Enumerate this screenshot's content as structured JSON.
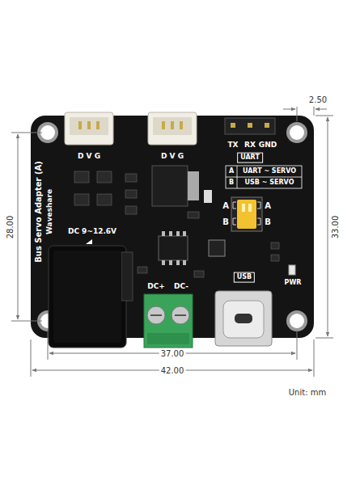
{
  "diagram": {
    "labels": [
      "2.50",
      "TX",
      "RX",
      "GND",
      "UART",
      "D V G",
      "D V G",
      "A",
      "UART ~ SERVO",
      "B",
      "USB ~ SERVO",
      "A",
      "A",
      "B",
      "B",
      "DC 9~12.6V",
      "Bus Servo Adapter (A)",
      "Waveshare",
      "DC+",
      "DC-",
      "USB",
      "PWR",
      "28.00",
      "33.00",
      "37.00",
      "42.00",
      "Unit: mm"
    ]
  }
}
